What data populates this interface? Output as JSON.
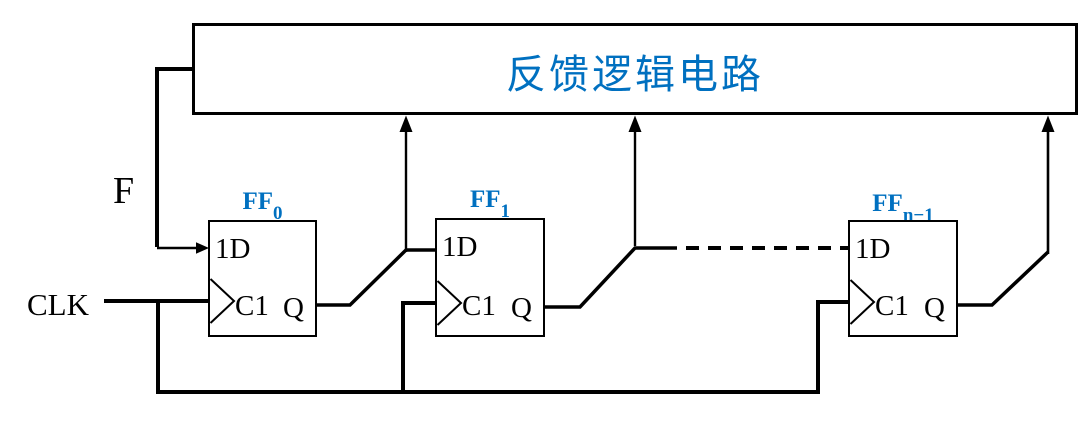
{
  "title": {
    "feedback_label": "反馈逻辑电路"
  },
  "signals": {
    "feedback": "F",
    "clock": "CLK"
  },
  "flipflops": [
    {
      "base": "FF",
      "sub": "0",
      "d": "1D",
      "c": "C1",
      "q": "Q"
    },
    {
      "base": "FF",
      "sub": "1",
      "d": "1D",
      "c": "C1",
      "q": "Q"
    },
    {
      "base": "FF",
      "sub": "n−1",
      "d": "1D",
      "c": "C1",
      "q": "Q"
    }
  ],
  "colors": {
    "accent_blue": "#0070C0",
    "wire_black": "#000000",
    "background": "#FFFFFF"
  }
}
